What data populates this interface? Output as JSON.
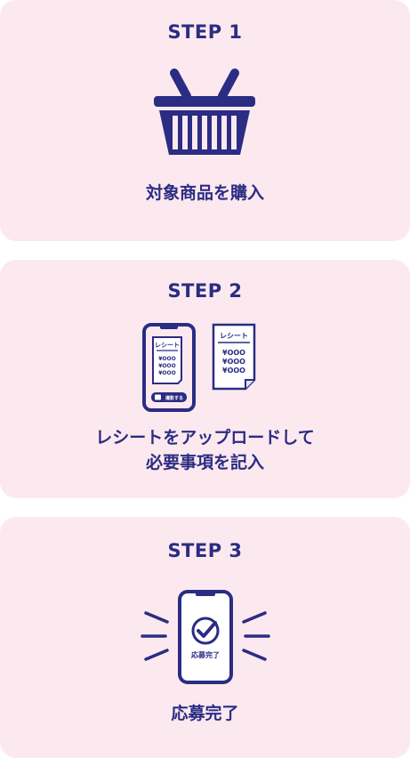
{
  "steps": [
    {
      "title": "STEP 1",
      "caption": "対象商品を購入"
    },
    {
      "title": "STEP 2",
      "caption_line1": "レシートをアップロードして",
      "caption_line2": "必要事項を記入"
    },
    {
      "title": "STEP 3",
      "caption": "応募完了"
    }
  ],
  "receipt": {
    "title": "レシート",
    "lines": [
      "¥OOO",
      "¥OOO",
      "¥OOO"
    ],
    "camera_button": "撮影する"
  },
  "phone3_label": "応募完了",
  "colors": {
    "card_bg": "#fce9ef",
    "accent": "#2b2c84"
  }
}
